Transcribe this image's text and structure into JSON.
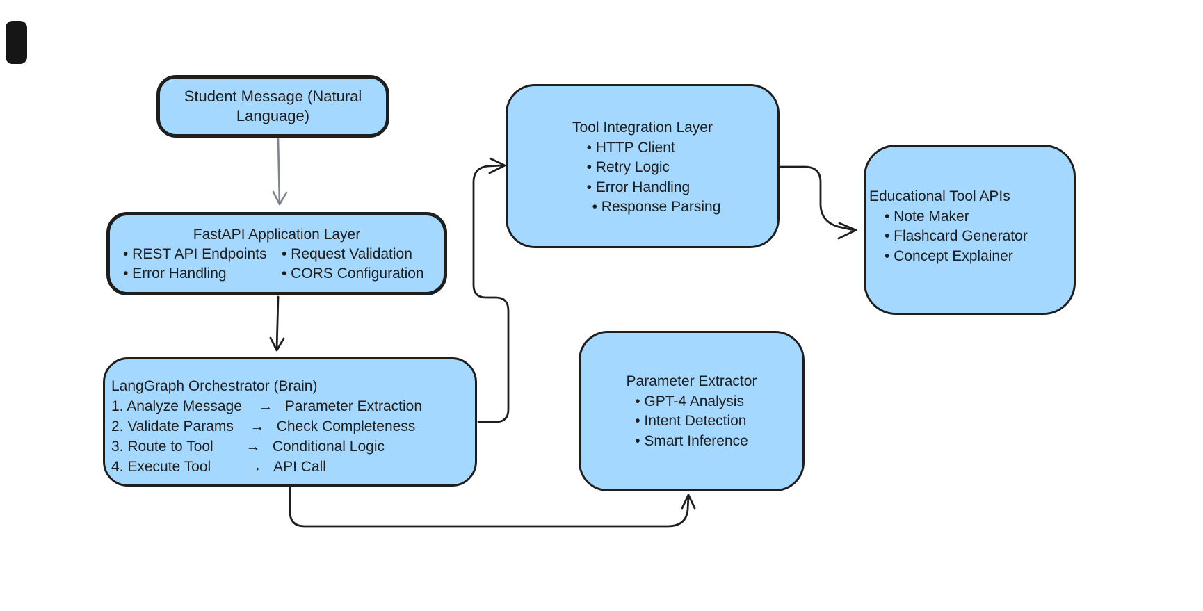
{
  "palette": {
    "node_fill": "#a5d8ff",
    "stroke": "#1e1e1e",
    "gray_arrow": "#7d848b",
    "background": "#ffffff"
  },
  "boxes": {
    "student": {
      "lines": [
        "Student Message (Natural",
        "Language)"
      ]
    },
    "fastapi": {
      "title": "FastAPI Application Layer",
      "bullets": [
        "• REST API Endpoints",
        "• Request Validation",
        "• Error Handling",
        "• CORS Configuration"
      ]
    },
    "langgraph": {
      "title": "LangGraph Orchestrator (Brain)",
      "steps": [
        "1. Analyze Message    →   Parameter Extraction",
        "2. Validate Params    →   Check Completeness",
        "3. Route to Tool        →   Conditional Logic",
        "4. Execute Tool         →   API Call"
      ]
    },
    "tool": {
      "title": "Tool Integration Layer",
      "bullets": [
        "• HTTP Client",
        "• Retry Logic",
        "• Error Handling",
        "• Response Parsing"
      ]
    },
    "edu": {
      "title": "Educational Tool APIs",
      "bullets": [
        "• Note Maker",
        "• Flashcard Generator",
        "• Concept Explainer"
      ]
    },
    "param": {
      "title": "Parameter Extractor",
      "bullets": [
        "• GPT-4 Analysis",
        "• Intent Detection",
        "• Smart Inference"
      ]
    }
  }
}
